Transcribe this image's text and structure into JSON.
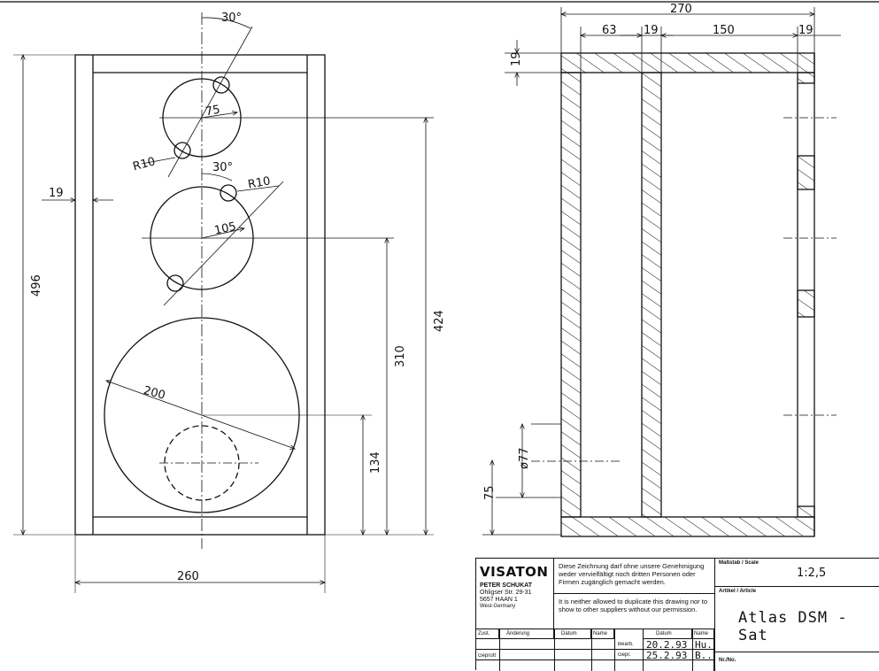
{
  "drawing": {
    "front": {
      "angle_top": "30°",
      "tweeter_dia": "75",
      "radius_top": "R10",
      "angle_mid": "30°",
      "radius_mid": "R10",
      "mid_dia": "105",
      "woofer_dia": "200",
      "panel_thickness": "19",
      "height": "496",
      "width": "260",
      "dim_424": "424",
      "dim_310": "310",
      "dim_134": "134"
    },
    "side": {
      "depth": "270",
      "dim_63": "63",
      "dim_19a": "19",
      "dim_150": "150",
      "dim_19b": "19",
      "dim_19_top": "19",
      "port_dia": "ø77",
      "port_height": "75"
    }
  },
  "title_block": {
    "logo": "VISATON",
    "company": "PETER SCHUKAT",
    "street": "Ohligser Str. 29-31",
    "city": "5657 HAAN 1",
    "country": "West-Germany",
    "notice_de": "Diese Zeichnung darf ohne unsere Genehmigung weder vervielfältigt noch dritten Personen oder Firmen zugänglich gemacht werden.",
    "notice_en": "It is neither allowed to duplicate this drawing nor to show to other suppliers without our permission.",
    "scale_label": "Maßstab / Scale",
    "scale_value": "1:2,5",
    "article_label": "Artikel / Article",
    "article_value": "Atlas DSM - Sat",
    "nr_label": "Nr./No.",
    "col_zust": "Zust.",
    "col_aenderung": "Änderung",
    "col_datum": "Datum",
    "col_name": "Name",
    "col_datum2": "Datum",
    "col_name2": "Name",
    "row_bearb": "Bearb.",
    "row_gepr": "Gepr.",
    "row_geprueft": "Geprüft",
    "bearb_date": "20.2.93",
    "bearb_name": "Hu.",
    "gepr_date": "25.2.93",
    "gepr_name": "B.."
  }
}
